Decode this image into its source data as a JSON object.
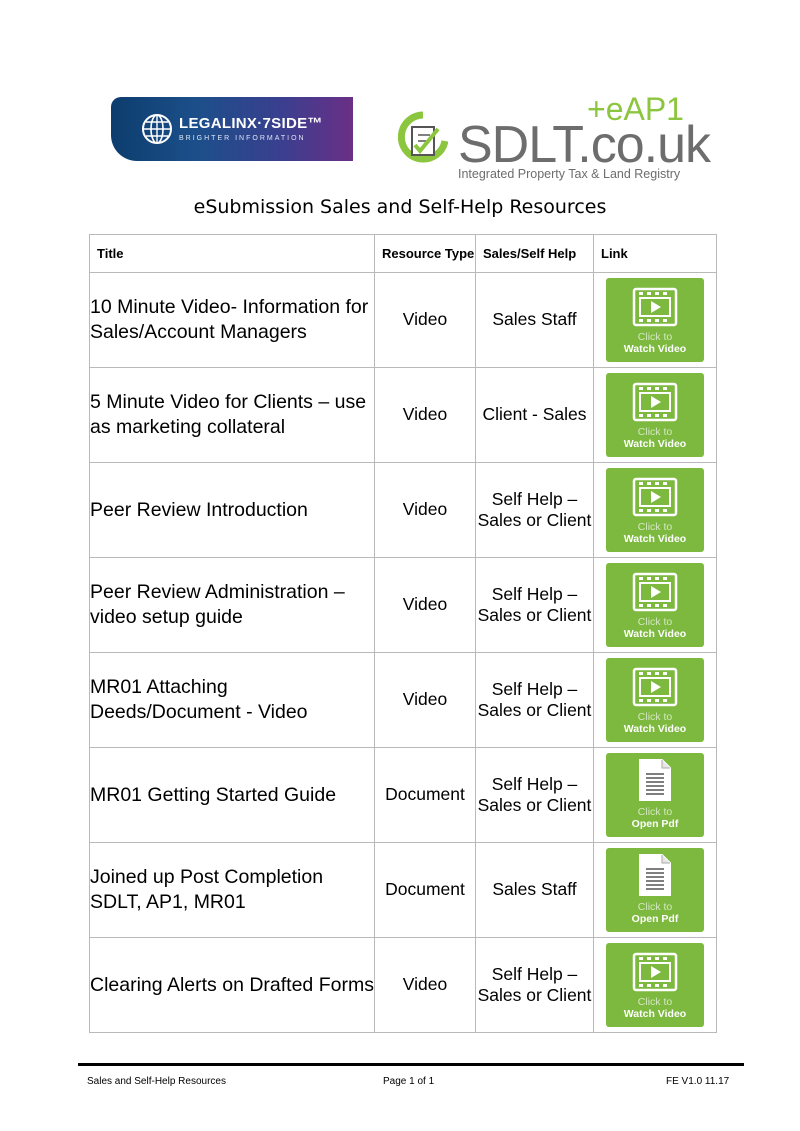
{
  "logos": {
    "legalinx": {
      "name": "LEGALINX·7SIDE™",
      "tagline": "BRIGHTER INFORMATION",
      "icon": "globe-icon"
    },
    "sdlt": {
      "plus": "+eAP1",
      "main": "SDLT.co.uk",
      "sub": "Integrated Property Tax & Land Registry",
      "icon": "checklist-badge-icon"
    }
  },
  "colors": {
    "button_green": "#7cb93e",
    "border": "#b9b9b9",
    "sdlt_grey": "#6d6d6d",
    "legalinx_blue": "#0d3d6e",
    "legalinx_purple": "#6a2f86"
  },
  "document": {
    "title": "eSubmission Sales and Self-Help Resources"
  },
  "table": {
    "headers": {
      "title": "Title",
      "resource_type": "Resource Type",
      "sales_self_help": "Sales/Self Help",
      "link": "Link"
    },
    "rows": [
      {
        "title": "10 Minute Video- Information for Sales/Account Managers",
        "type": "Video",
        "audience": "Sales Staff",
        "link_click": "Click to",
        "link_action": "Watch Video",
        "link_icon": "video-icon"
      },
      {
        "title": "5 Minute Video for Clients – use as marketing collateral",
        "type": "Video",
        "audience": "Client - Sales",
        "link_click": "Click to",
        "link_action": "Watch Video",
        "link_icon": "video-icon"
      },
      {
        "title": "Peer Review Introduction",
        "type": "Video",
        "audience": "Self Help – Sales or Client",
        "link_click": "Click to",
        "link_action": "Watch Video",
        "link_icon": "video-icon"
      },
      {
        "title": "Peer Review Administration – video setup guide",
        "type": "Video",
        "audience": "Self Help – Sales or Client",
        "link_click": "Click to",
        "link_action": "Watch Video",
        "link_icon": "video-icon"
      },
      {
        "title": "MR01 Attaching Deeds/Document - Video",
        "type": "Video",
        "audience": "Self Help – Sales or Client",
        "link_click": "Click to",
        "link_action": "Watch Video",
        "link_icon": "video-icon"
      },
      {
        "title": "MR01 Getting Started Guide",
        "type": "Document",
        "audience": "Self Help – Sales or Client",
        "link_click": "Click to",
        "link_action": "Open Pdf",
        "link_icon": "document-icon"
      },
      {
        "title": "Joined up Post Completion SDLT, AP1, MR01",
        "type": "Document",
        "audience": "Sales Staff",
        "link_click": "Click to",
        "link_action": "Open Pdf",
        "link_icon": "document-icon"
      },
      {
        "title": "Clearing Alerts on Drafted Forms",
        "type": "Video",
        "audience": "Self Help – Sales or Client",
        "link_click": "Click to",
        "link_action": "Watch Video",
        "link_icon": "video-icon"
      }
    ]
  },
  "footer": {
    "left": "Sales and Self-Help Resources",
    "center": "Page 1 of 1",
    "right": "FE V1.0  11.17"
  }
}
